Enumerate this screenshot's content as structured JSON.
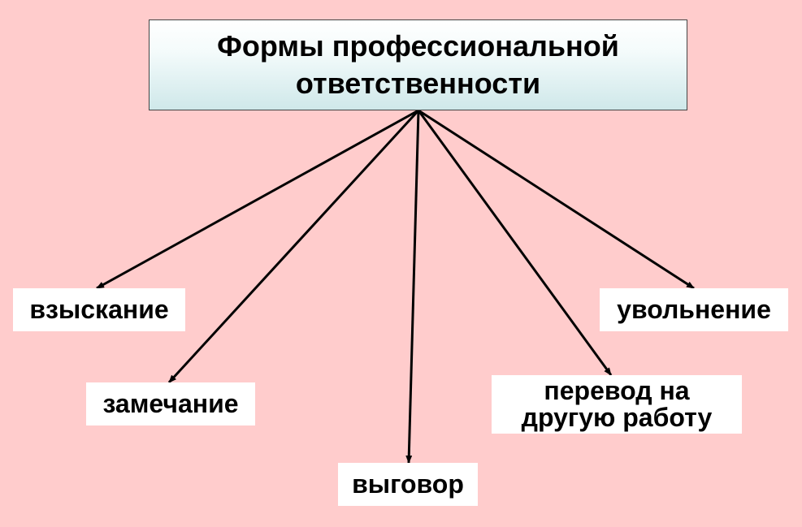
{
  "diagram": {
    "title": "Формы профессиональной\nответственности",
    "nodes": [
      {
        "id": "vzyskanie",
        "label": "взыскание"
      },
      {
        "id": "zamechanie",
        "label": "замечание"
      },
      {
        "id": "vygovor",
        "label": "выговор"
      },
      {
        "id": "perevod",
        "label": "перевод на\nдругую работу"
      },
      {
        "id": "uvolnenie",
        "label": "увольнение"
      }
    ],
    "edges": [
      {
        "from": "title",
        "to": "vzyskanie"
      },
      {
        "from": "title",
        "to": "zamechanie"
      },
      {
        "from": "title",
        "to": "vygovor"
      },
      {
        "from": "title",
        "to": "perevod"
      },
      {
        "from": "title",
        "to": "uvolnenie"
      }
    ],
    "colors": {
      "background": "#ffcccc",
      "node_fill": "#ffffff",
      "title_gradient_end": "#cfe8ea",
      "arrow": "#000000"
    }
  }
}
